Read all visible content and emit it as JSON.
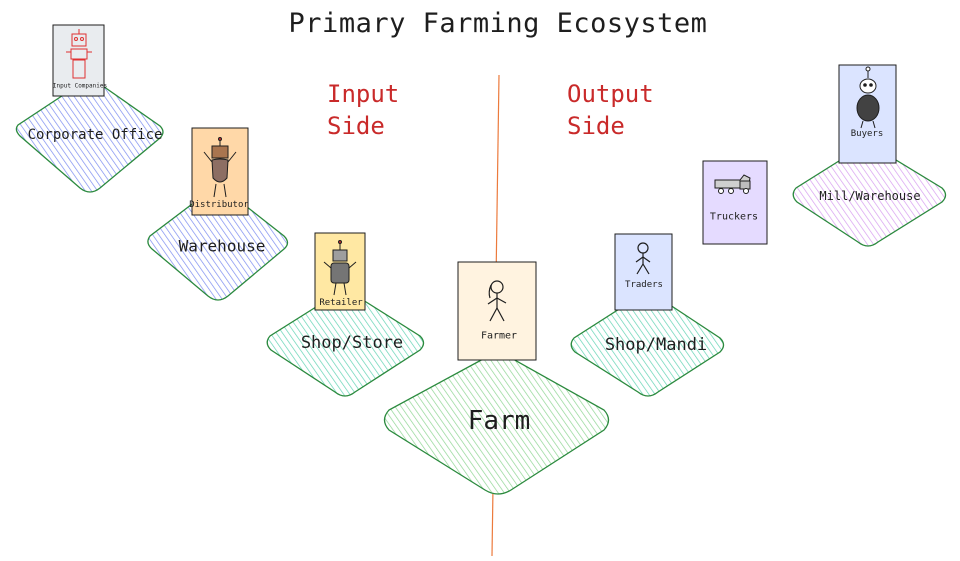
{
  "title": "Primary Farming Ecosystem",
  "sides": {
    "input": [
      "Input",
      "Side"
    ],
    "output": [
      "Output",
      "Side"
    ]
  },
  "nodes": {
    "corporate_office": "Corporate Office",
    "warehouse": "Warehouse",
    "shop_store": "Shop/Store",
    "farm": "Farm",
    "shop_mandi": "Shop/Mandi",
    "mill_warehouse": "Mill/Warehouse"
  },
  "actors": {
    "input_companies": "Input Companies",
    "distributor": "Distributor",
    "retailer": "Retailer",
    "farmer": "Farmer",
    "traders": "Traders",
    "truckers": "Truckers",
    "buyers": "Buyers"
  },
  "colors": {
    "title": "#1e1e1e",
    "side_label": "#c92a2a",
    "divider": "#e8590c",
    "blue_fill": "#a5b4fc",
    "teal_fill": "#96f2d7",
    "green_fill": "#b2f2bb",
    "purple_fill": "#eebefa",
    "diamond_stroke": "#2b8a3e"
  },
  "icons": [
    "robot-icon",
    "person-icon",
    "truck-icon",
    "stick-figure-icon"
  ]
}
